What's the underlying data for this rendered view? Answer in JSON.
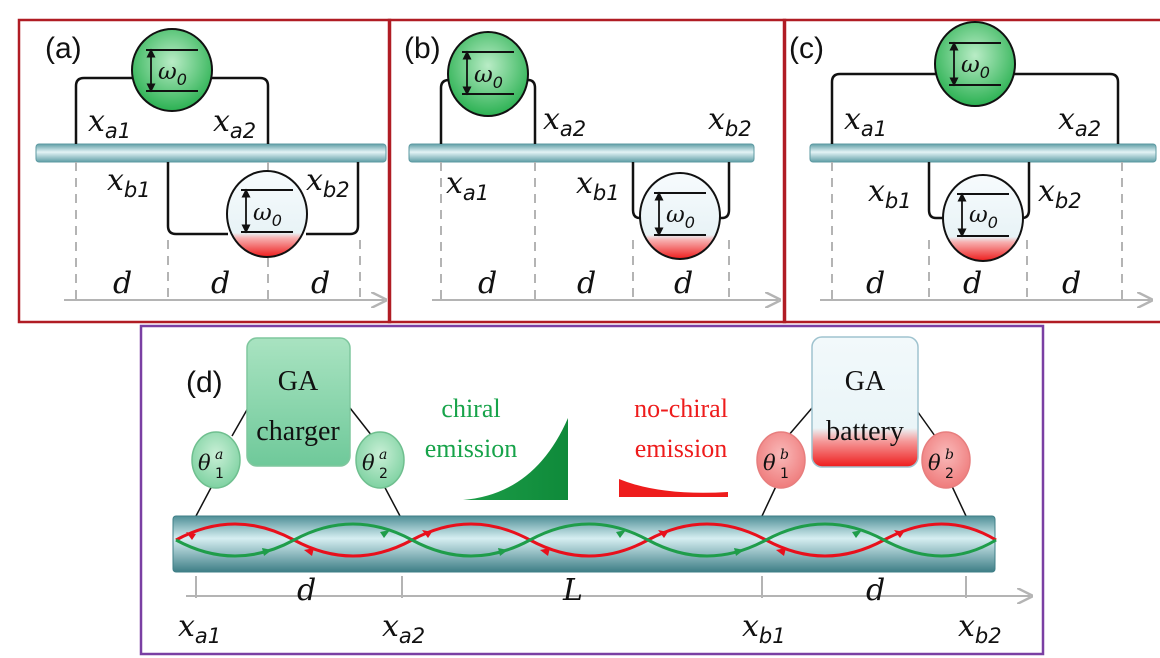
{
  "panel_a": {
    "tag": "(a)",
    "omega": "ω",
    "omega_sub": "0",
    "labels": [
      {
        "v": "x",
        "s": "a1"
      },
      {
        "v": "x",
        "s": "a2"
      },
      {
        "v": "x",
        "s": "b1"
      },
      {
        "v": "x",
        "s": "b2"
      }
    ],
    "spacing": [
      "d",
      "d",
      "d"
    ]
  },
  "panel_b": {
    "tag": "(b)",
    "omega": "ω",
    "omega_sub": "0",
    "labels": [
      {
        "v": "x",
        "s": "a2"
      },
      {
        "v": "x",
        "s": "b2"
      },
      {
        "v": "x",
        "s": "a1"
      },
      {
        "v": "x",
        "s": "b1"
      }
    ],
    "spacing": [
      "d",
      "d",
      "d"
    ]
  },
  "panel_c": {
    "tag": "(c)",
    "omega": "ω",
    "omega_sub": "0",
    "labels": [
      {
        "v": "x",
        "s": "a1"
      },
      {
        "v": "x",
        "s": "a2"
      },
      {
        "v": "x",
        "s": "b1"
      },
      {
        "v": "x",
        "s": "b2"
      }
    ],
    "spacing": [
      "d",
      "d",
      "d"
    ]
  },
  "panel_d": {
    "tag": "(d)",
    "charger": [
      "GA",
      "charger"
    ],
    "battery": [
      "GA",
      "battery"
    ],
    "chiral": [
      "chiral",
      "emission"
    ],
    "nochiral": [
      "no-chiral",
      "emission"
    ],
    "theta": [
      {
        "v": "θ",
        "sub": "1",
        "sup": "a"
      },
      {
        "v": "θ",
        "sub": "2",
        "sup": "a"
      },
      {
        "v": "θ",
        "sub": "1",
        "sup": "b"
      },
      {
        "v": "θ",
        "sub": "2",
        "sup": "b"
      }
    ],
    "spacing": [
      "d",
      "L",
      "d"
    ],
    "axis_labels": [
      {
        "v": "x",
        "s": "a1"
      },
      {
        "v": "x",
        "s": "a2"
      },
      {
        "v": "x",
        "s": "b1"
      },
      {
        "v": "x",
        "s": "b2"
      }
    ]
  },
  "colors": {
    "frame_red": "#b01c24",
    "frame_purple": "#7a3fa3",
    "green": "#17a34a",
    "red": "#ee1c1c",
    "waveguide": "#7fb9c1"
  }
}
